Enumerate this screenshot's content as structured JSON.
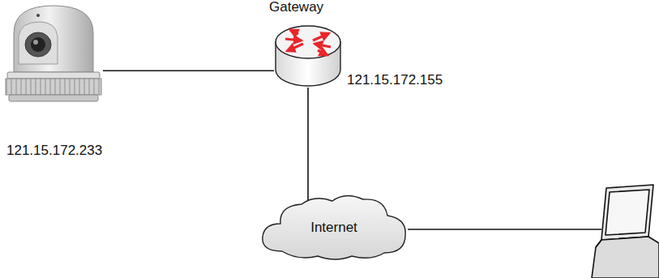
{
  "diagram": {
    "nodes": [
      {
        "text": [
          "121.15.172.233"
        ]
      },
      {
        "text": [
          "Gateway",
          "121.15.172.155"
        ]
      },
      {
        "text": [
          "Internet"
        ]
      }
    ],
    "edges": [
      {
        "from": 0,
        "to": 1,
        "arrow": "none"
      },
      {
        "from": 1,
        "to": 2,
        "arrow": "none"
      }
    ]
  }
}
